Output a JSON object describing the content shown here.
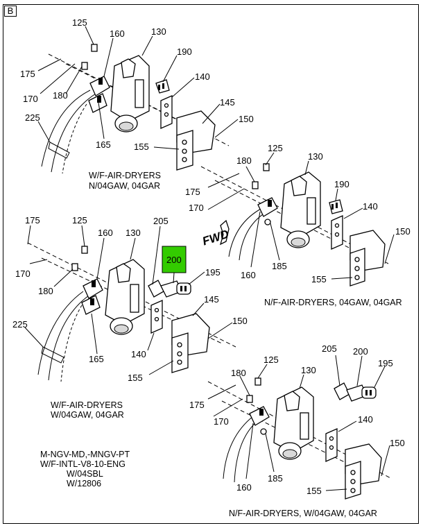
{
  "figure_letter": "B",
  "highlight_callout": {
    "label": "200",
    "color": "#33cc00"
  },
  "fwd_label": "FWD",
  "views": [
    {
      "caption": [
        "W/F-AIR-DRYERS",
        "N/04GAW, 04GAR"
      ],
      "callouts": [
        "125",
        "160",
        "130",
        "190",
        "175",
        "170",
        "180",
        "140",
        "145",
        "225",
        "150",
        "165",
        "155"
      ]
    },
    {
      "caption": [
        "N/F-AIR-DRYERS, 04GAW, 04GAR"
      ],
      "callouts": [
        "125",
        "180",
        "130",
        "175",
        "190",
        "170",
        "140",
        "150",
        "160",
        "185",
        "155"
      ]
    },
    {
      "caption": [
        "W/F-AIR-DRYERS",
        "W/04GAW, 04GAR"
      ],
      "callouts": [
        "175",
        "125",
        "160",
        "130",
        "205",
        "170",
        "180",
        "195",
        "145",
        "225",
        "150",
        "165",
        "140",
        "155"
      ]
    },
    {
      "caption": [
        "N/F-AIR-DRYERS, W/04GAW, 04GAR"
      ],
      "callouts": [
        "125",
        "205",
        "200",
        "195",
        "180",
        "130",
        "175",
        "170",
        "140",
        "150",
        "160",
        "185",
        "155"
      ]
    }
  ],
  "note": [
    "M-NGV-MD,-MNGV-PT",
    "W/F-INTL-V8-10-ENG",
    "W/04SBL",
    "W/12806"
  ]
}
